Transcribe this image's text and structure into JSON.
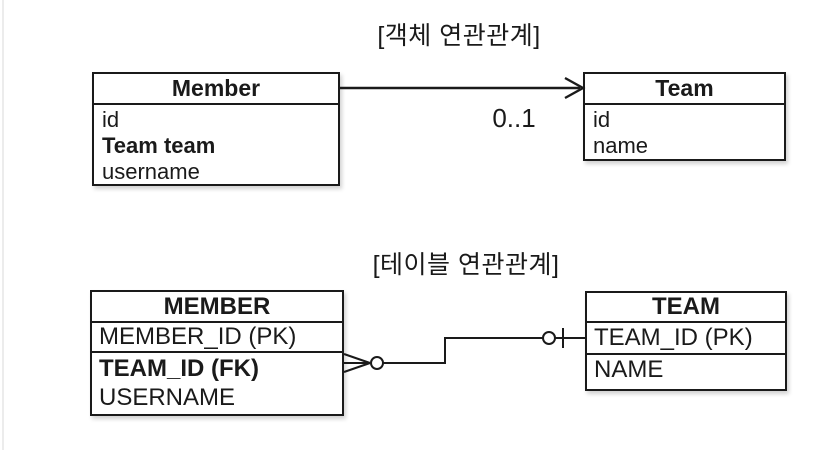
{
  "colors": {
    "background": "#ffffff",
    "line": "#1a1a1a",
    "left_edge": "#ececec",
    "box_fill": "#ffffff"
  },
  "object_diagram": {
    "title": "[객체 연관관계]",
    "relation_label": "0..1",
    "member": {
      "title": "Member",
      "fields": [
        "id",
        "Team team",
        "username"
      ]
    },
    "team": {
      "title": "Team",
      "fields": [
        "id",
        "name"
      ]
    }
  },
  "table_diagram": {
    "title": "[테이블 연관관계]",
    "member": {
      "title": "MEMBER",
      "rows": [
        "MEMBER_ID (PK)",
        "TEAM_ID (FK)",
        "USERNAME"
      ]
    },
    "team": {
      "title": "TEAM",
      "rows": [
        "TEAM_ID (PK)",
        "NAME"
      ]
    }
  }
}
